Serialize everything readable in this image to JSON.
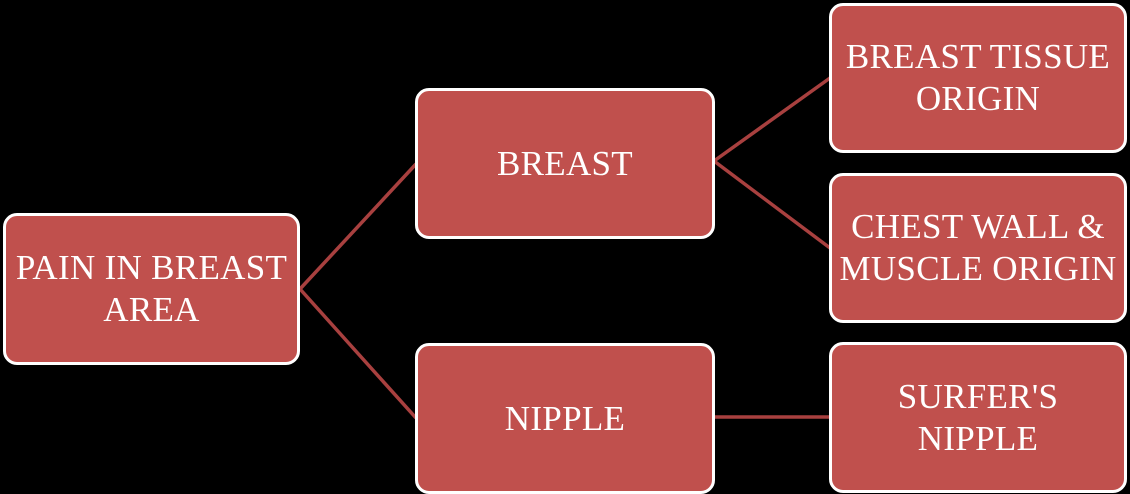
{
  "diagram": {
    "type": "tree",
    "colors": {
      "background": "#000000",
      "node_fill": "#c0504d",
      "node_border": "#ffffff",
      "node_text": "#ffffff",
      "connector": "#a8403f"
    },
    "root": {
      "label": "PAIN IN BREAST AREA",
      "lines": [
        "PAIN IN BREAST",
        "AREA"
      ]
    },
    "level1": [
      {
        "label": "BREAST",
        "lines": [
          "BREAST"
        ]
      },
      {
        "label": "NIPPLE",
        "lines": [
          "NIPPLE"
        ]
      }
    ],
    "level2": [
      {
        "parent": "BREAST",
        "label": "BREAST TISSUE ORIGIN",
        "lines": [
          "BREAST TISSUE",
          "ORIGIN"
        ]
      },
      {
        "parent": "BREAST",
        "label": "CHEST WALL & MUSCLE ORIGIN",
        "lines": [
          "CHEST WALL &",
          "MUSCLE ORIGIN"
        ]
      },
      {
        "parent": "NIPPLE",
        "label": "SURFER'S NIPPLE",
        "lines": [
          "SURFER'S",
          "NIPPLE"
        ]
      }
    ],
    "edges": [
      [
        "PAIN IN BREAST AREA",
        "BREAST"
      ],
      [
        "PAIN IN BREAST AREA",
        "NIPPLE"
      ],
      [
        "BREAST",
        "BREAST TISSUE ORIGIN"
      ],
      [
        "BREAST",
        "CHEST WALL & MUSCLE ORIGIN"
      ],
      [
        "NIPPLE",
        "SURFER'S NIPPLE"
      ]
    ]
  }
}
